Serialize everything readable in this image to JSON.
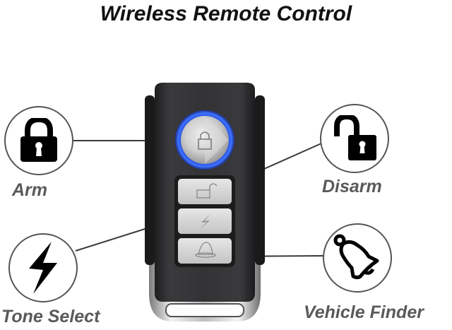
{
  "title": "Wireless Remote Control",
  "features": [
    {
      "id": "arm",
      "label": "Arm",
      "icon": "locked-padlock-icon"
    },
    {
      "id": "disarm",
      "label": "Disarm",
      "icon": "unlocked-padlock-icon"
    },
    {
      "id": "tone_select",
      "label": "Tone Select",
      "icon": "lightning-bolt-icon"
    },
    {
      "id": "vehicle_finder",
      "label": "Vehicle Finder",
      "icon": "bell-icon"
    }
  ],
  "remote": {
    "buttons": [
      {
        "id": "arm",
        "glyph": "lock"
      },
      {
        "id": "disarm",
        "glyph": "unlock"
      },
      {
        "id": "tone_select",
        "glyph": "lightning"
      },
      {
        "id": "vehicle_finder",
        "glyph": "bell"
      }
    ],
    "led_color": "#1e5bff",
    "body_color": "#2c2c2e"
  }
}
